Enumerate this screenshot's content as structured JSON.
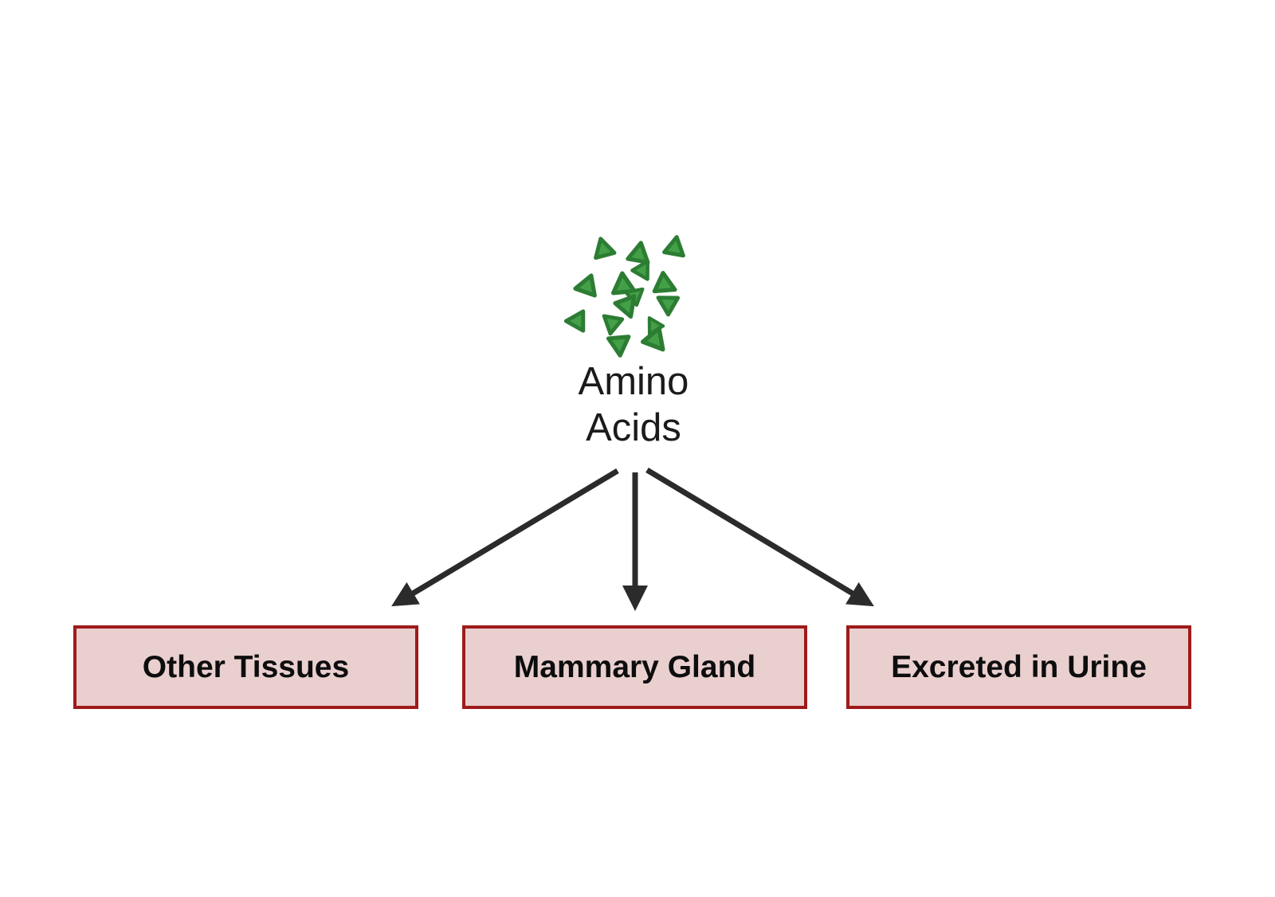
{
  "diagram": {
    "source": {
      "icon": "amino-acids-cluster-icon",
      "label": "Amino\nAcids"
    },
    "boxes": [
      {
        "label": "Other Tissues"
      },
      {
        "label": "Mammary Gland"
      },
      {
        "label": "Excreted in Urine"
      }
    ],
    "arrows": [
      {
        "to": "Other Tissues"
      },
      {
        "to": "Mammary Gland"
      },
      {
        "to": "Excreted in Urine"
      }
    ],
    "colors": {
      "background": "#ffffff",
      "triangle_fill": "#43a047",
      "triangle_stroke": "#2c7d33",
      "box_fill": "#eacfcf",
      "box_border": "#9e1b1b",
      "arrow": "#2b2b2b",
      "text": "#1b1b1b"
    }
  }
}
